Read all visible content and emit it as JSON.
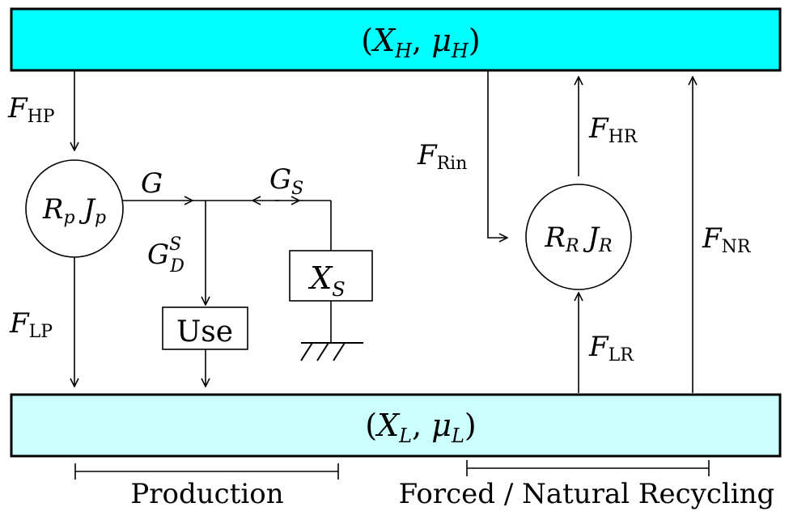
{
  "reservoirs": {
    "high": {
      "text": "(X_H, μ_H)",
      "fill": "#00ffff"
    },
    "low": {
      "text": "(X_L, μ_L)",
      "fill": "#ccffff"
    }
  },
  "nodes": {
    "producer": {
      "text": "R_p J_p"
    },
    "recycler": {
      "text": "R_R J_R"
    },
    "storage": {
      "text": "X_S"
    },
    "use": {
      "text": "Use"
    }
  },
  "flows": {
    "F_HP": "F_HP",
    "F_LP": "F_LP",
    "G": "G",
    "G_S": "G_S",
    "G_D_S": "G_D^S",
    "F_Rin": "F_Rin",
    "F_HR": "F_HR",
    "F_LR": "F_LR",
    "F_NR": "F_NR"
  },
  "sections": {
    "production": "Production",
    "recycling": "Forced / Natural Recycling"
  }
}
